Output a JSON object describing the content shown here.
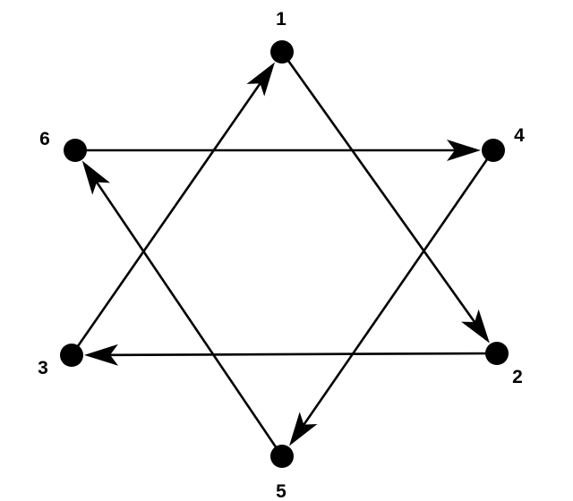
{
  "diagram": {
    "type": "directed-graph",
    "node_color": "#000000",
    "edge_color": "#000000",
    "nodes": [
      {
        "id": "1",
        "label": "1"
      },
      {
        "id": "2",
        "label": "2"
      },
      {
        "id": "3",
        "label": "3"
      },
      {
        "id": "4",
        "label": "4"
      },
      {
        "id": "5",
        "label": "5"
      },
      {
        "id": "6",
        "label": "6"
      }
    ],
    "edges": [
      {
        "from": "1",
        "to": "2"
      },
      {
        "from": "2",
        "to": "3"
      },
      {
        "from": "3",
        "to": "1"
      },
      {
        "from": "4",
        "to": "5"
      },
      {
        "from": "5",
        "to": "6"
      },
      {
        "from": "6",
        "to": "4"
      }
    ]
  }
}
